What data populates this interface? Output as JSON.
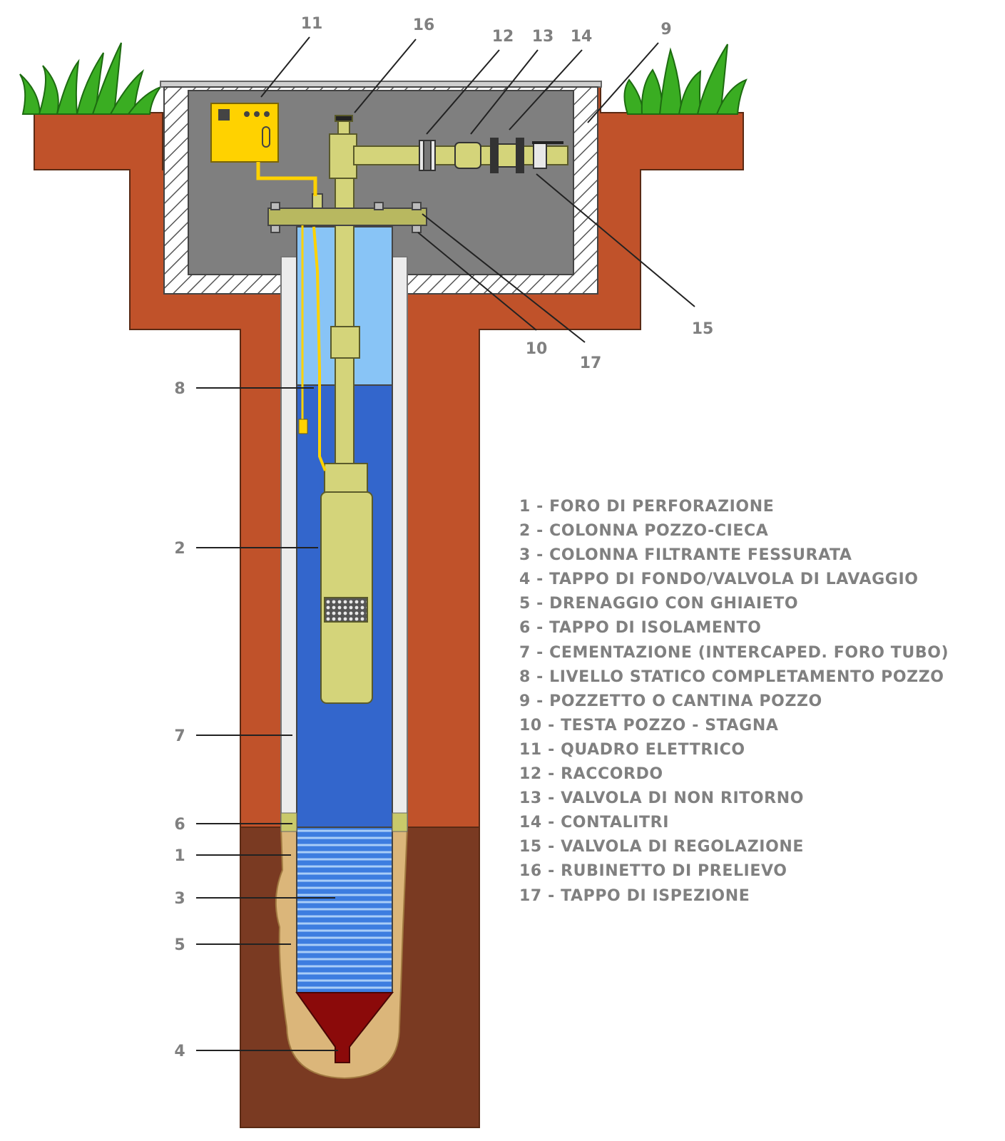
{
  "callout_numbers": [
    "1",
    "2",
    "3",
    "4",
    "5",
    "6",
    "7",
    "8",
    "9",
    "10",
    "11",
    "12",
    "13",
    "14",
    "15",
    "16",
    "17"
  ],
  "legend": [
    "1 - FORO DI PERFORAZIONE",
    "2 - COLONNA POZZO-CIECA",
    "3 - COLONNA FILTRANTE FESSURATA",
    "4 - TAPPO DI FONDO/VALVOLA DI LAVAGGIO",
    "5 - DRENAGGIO CON GHIAIETO",
    "6 - TAPPO DI ISOLAMENTO",
    "7 - CEMENTAZIONE (INTERCAPED. FORO TUBO)",
    "8 - LIVELLO STATICO COMPLETAMENTO POZZO",
    "9 - POZZETTO O CANTINA POZZO",
    "10 - TESTA POZZO - STAGNA",
    "11 - QUADRO ELETTRICO",
    "12 - RACCORDO",
    "13 - VALVOLA DI NON RITORNO",
    "14 - CONTALITRI",
    "15 - VALVOLA DI REGOLAZIONE",
    "16 - RUBINETTO DI PRELIEVO",
    "17 - TAPPO DI ISPEZIONE"
  ],
  "colors": {
    "soil": "#c0522a",
    "deep_soil": "#7a3a22",
    "grass": "#3aad22",
    "concrete_chamber": "#7f7f7f",
    "water": "#3366cc",
    "air_in_casing": "#88c4f6",
    "pump": "#d4d47a",
    "control_box": "#ffd200",
    "gravel": "#dbb67a",
    "bottom_plug": "#8b0a0a"
  }
}
